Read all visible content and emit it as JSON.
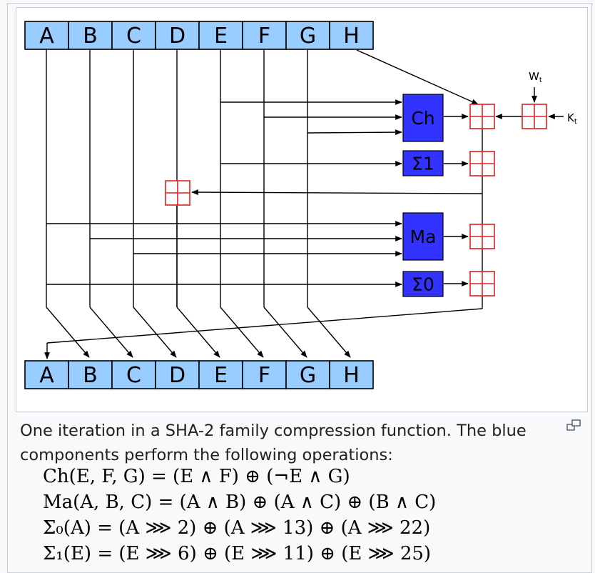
{
  "diagram": {
    "top_registers": [
      "A",
      "B",
      "C",
      "D",
      "E",
      "F",
      "G",
      "H"
    ],
    "bottom_registers": [
      "A",
      "B",
      "C",
      "D",
      "E",
      "F",
      "G",
      "H"
    ],
    "blocks": [
      {
        "id": "ch",
        "label": "Ch"
      },
      {
        "id": "sigma1",
        "label": "Σ1"
      },
      {
        "id": "ma",
        "label": "Ma"
      },
      {
        "id": "sigma0",
        "label": "Σ0"
      }
    ],
    "inputs": {
      "w_label": "W",
      "w_sub": "t",
      "k_label": "K",
      "k_sub": "t"
    },
    "colors": {
      "register_fill": "#99ccff",
      "block_fill": "#3333ff",
      "adder_stroke": "#e02020",
      "line": "#000000"
    }
  },
  "caption": {
    "text": "One iteration in a SHA-2 family compression function. The blue components perform the following operations:"
  },
  "formulas": {
    "ch": "Ch(E, F, G) = (E ∧ F) ⊕ (¬E ∧ G)",
    "ma": "Ma(A, B, C) = (A ∧ B) ⊕ (A ∧ C) ⊕ (B ∧ C)",
    "sigma0": "Σ₀(A) = (A ⋙ 2) ⊕ (A ⋙ 13) ⊕ (A ⋙ 22)",
    "sigma1": "Σ₁(E) = (E ⋙ 6) ⊕ (E ⋙ 11) ⊕ (E ⋙ 25)"
  },
  "enlarge_icon": "enlarge-icon"
}
